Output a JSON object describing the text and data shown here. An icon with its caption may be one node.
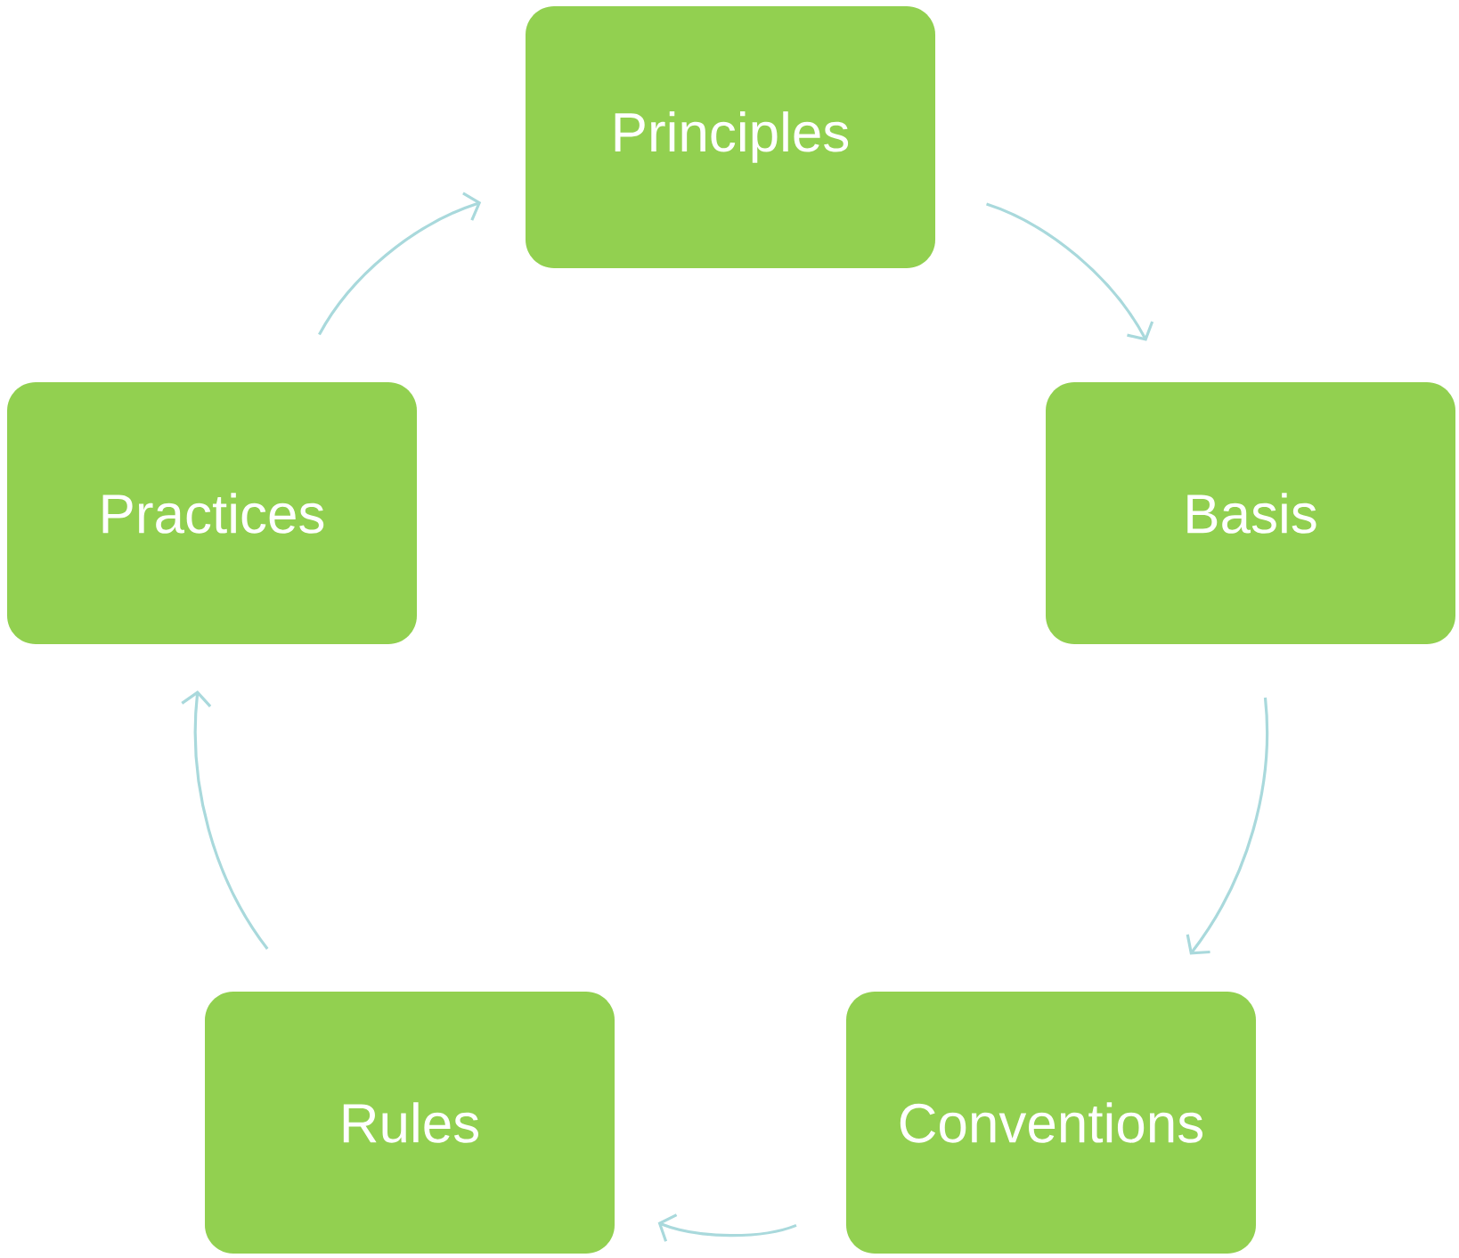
{
  "diagram": {
    "nodes": [
      {
        "text": [
          "Principles"
        ]
      },
      {
        "text": [
          "Basis"
        ]
      },
      {
        "text": [
          "Conventions"
        ]
      },
      {
        "text": [
          "Rules"
        ]
      },
      {
        "text": [
          "Practices"
        ]
      }
    ],
    "edges": [
      {
        "from": 0,
        "to": 1,
        "arrow": "to"
      },
      {
        "from": 1,
        "to": 2,
        "arrow": "to"
      },
      {
        "from": 2,
        "to": 3,
        "arrow": "to"
      },
      {
        "from": 3,
        "to": 4,
        "arrow": "to"
      },
      {
        "from": 4,
        "to": 0,
        "arrow": "to"
      }
    ]
  }
}
